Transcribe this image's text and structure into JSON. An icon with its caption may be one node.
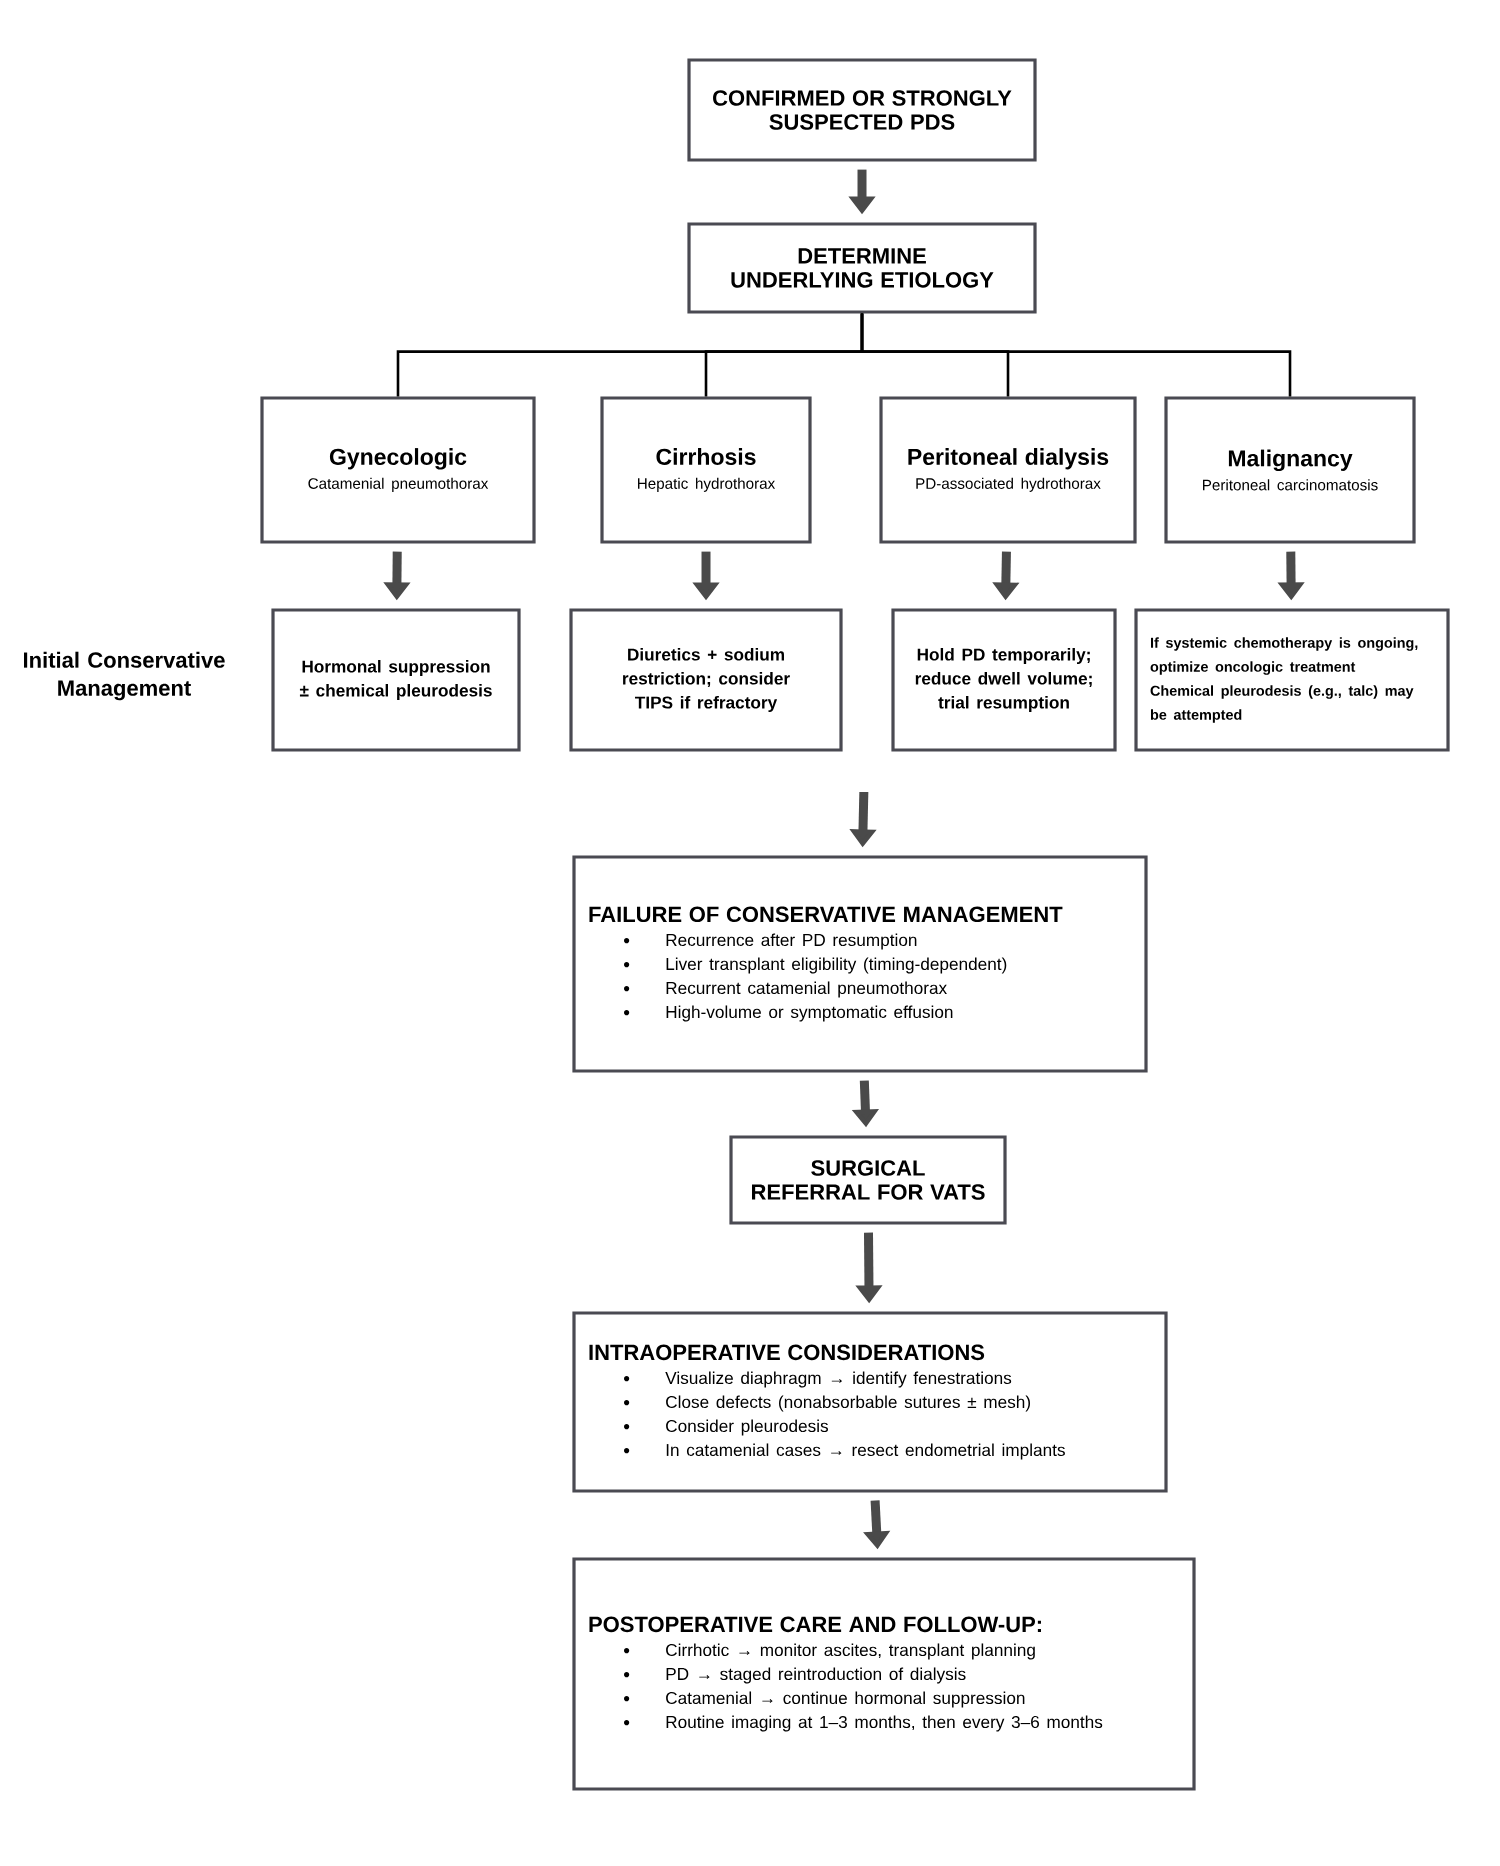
{
  "diagram": {
    "nodes": [
      {
        "text": [
          "CONFIRMED OR STRONGLY SUSPECTED PDS"
        ]
      },
      {
        "text": [
          "DETERMINE UNDERLYING ETIOLOGY"
        ]
      },
      {
        "text": [
          "Gynecologic",
          "Catamenial pneumothorax"
        ]
      },
      {
        "text": [
          "Cirrhosis",
          "Hepatic hydrothorax"
        ]
      },
      {
        "text": [
          "Peritoneal dialysis",
          "PD-associated hydrothorax"
        ]
      },
      {
        "text": [
          "Malignancy",
          "Peritoneal carcinomatosis"
        ]
      },
      {
        "text": [
          "Hormonal suppression ± chemical pleurodesis"
        ]
      },
      {
        "text": [
          "Diuretics + sodium restriction; consider TIPS if refractory"
        ]
      },
      {
        "text": [
          "Hold PD temporarily; reduce dwell volume; trial resumption"
        ]
      },
      {
        "text": [
          "If systemic chemotherapy is ongoing, optimize oncologic treatment",
          "Chemical pleurodesis (e.g., talc) may be attempted"
        ]
      },
      {
        "text": [
          "FAILURE OF CONSERVATIVE MANAGEMENT",
          "Recurrence after PD resumption",
          "Liver transplant eligibility (timing-dependent)",
          "Recurrent catamenial pneumothorax",
          "High-volume or symptomatic effusion"
        ]
      },
      {
        "text": [
          "SURGICAL REFERRAL FOR VATS"
        ]
      },
      {
        "text": [
          "INTRAOPERATIVE CONSIDERATIONS",
          "Visualize diaphragm → identify fenestrations",
          "Close defects (nonabsorbable sutures ± mesh)",
          "Consider pleurodesis",
          "In catamenial cases → resect endometrial implants"
        ]
      },
      {
        "text": [
          "POSTOPERATIVE CARE AND FOLLOW-UP:",
          "Cirrhotic → monitor ascites, transplant planning",
          "PD → staged reintroduction of dialysis",
          "Catamenial → continue hormonal suppression",
          "Routine imaging at 1–3 months, then every 3–6 months"
        ]
      }
    ],
    "edges": [
      {
        "from": 0,
        "to": 1,
        "arrow": "to"
      },
      {
        "from": 1,
        "to": 2,
        "arrow": "none"
      },
      {
        "from": 1,
        "to": 3,
        "arrow": "none"
      },
      {
        "from": 1,
        "to": 4,
        "arrow": "none"
      },
      {
        "from": 1,
        "to": 5,
        "arrow": "none"
      },
      {
        "from": 2,
        "to": 6,
        "arrow": "to"
      },
      {
        "from": 3,
        "to": 7,
        "arrow": "to"
      },
      {
        "from": 4,
        "to": 8,
        "arrow": "to"
      },
      {
        "from": 5,
        "to": 9,
        "arrow": "to"
      },
      {
        "from": null,
        "to": 10,
        "arrow": "to"
      },
      {
        "from": 10,
        "to": 11,
        "arrow": "to"
      },
      {
        "from": 11,
        "to": 12,
        "arrow": "to"
      },
      {
        "from": 12,
        "to": 13,
        "arrow": "to"
      }
    ],
    "labels": [
      "Initial Conservative Management"
    ]
  }
}
